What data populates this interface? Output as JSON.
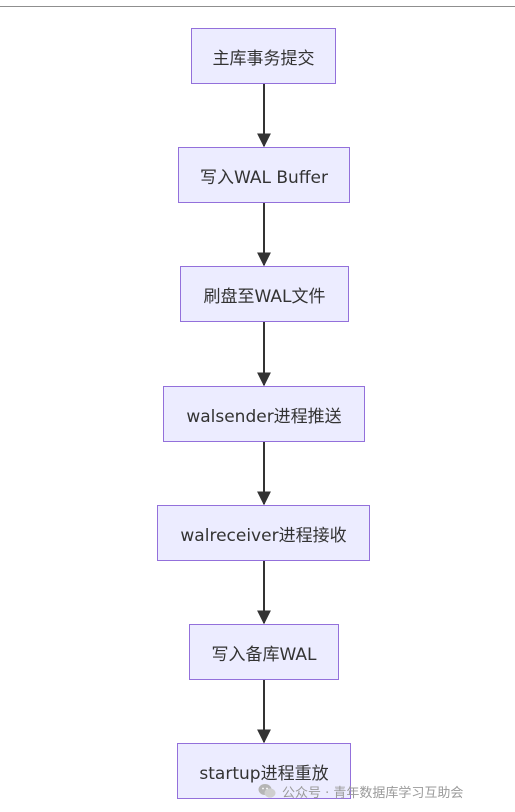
{
  "diagram": {
    "type": "flowchart",
    "direction": "top-down",
    "colors": {
      "node_fill": "#ECECFF",
      "node_border": "#9370DB",
      "node_text": "#333333",
      "edge": "#333333"
    },
    "nodes": [
      {
        "id": "n1",
        "label": "主库事务提交"
      },
      {
        "id": "n2",
        "label": "写入WAL Buffer"
      },
      {
        "id": "n3",
        "label": "刷盘至WAL文件"
      },
      {
        "id": "n4",
        "label": "walsender进程推送"
      },
      {
        "id": "n5",
        "label": "walreceiver进程接收"
      },
      {
        "id": "n6",
        "label": "写入备库WAL"
      },
      {
        "id": "n7",
        "label": "startup进程重放"
      }
    ],
    "edges": [
      {
        "from": "n1",
        "to": "n2"
      },
      {
        "from": "n2",
        "to": "n3"
      },
      {
        "from": "n3",
        "to": "n4"
      },
      {
        "from": "n4",
        "to": "n5"
      },
      {
        "from": "n5",
        "to": "n6"
      },
      {
        "from": "n6",
        "to": "n7"
      }
    ]
  },
  "watermark": {
    "icon": "wechat-icon",
    "text": "公众号 · 青年数据库学习互助会"
  }
}
